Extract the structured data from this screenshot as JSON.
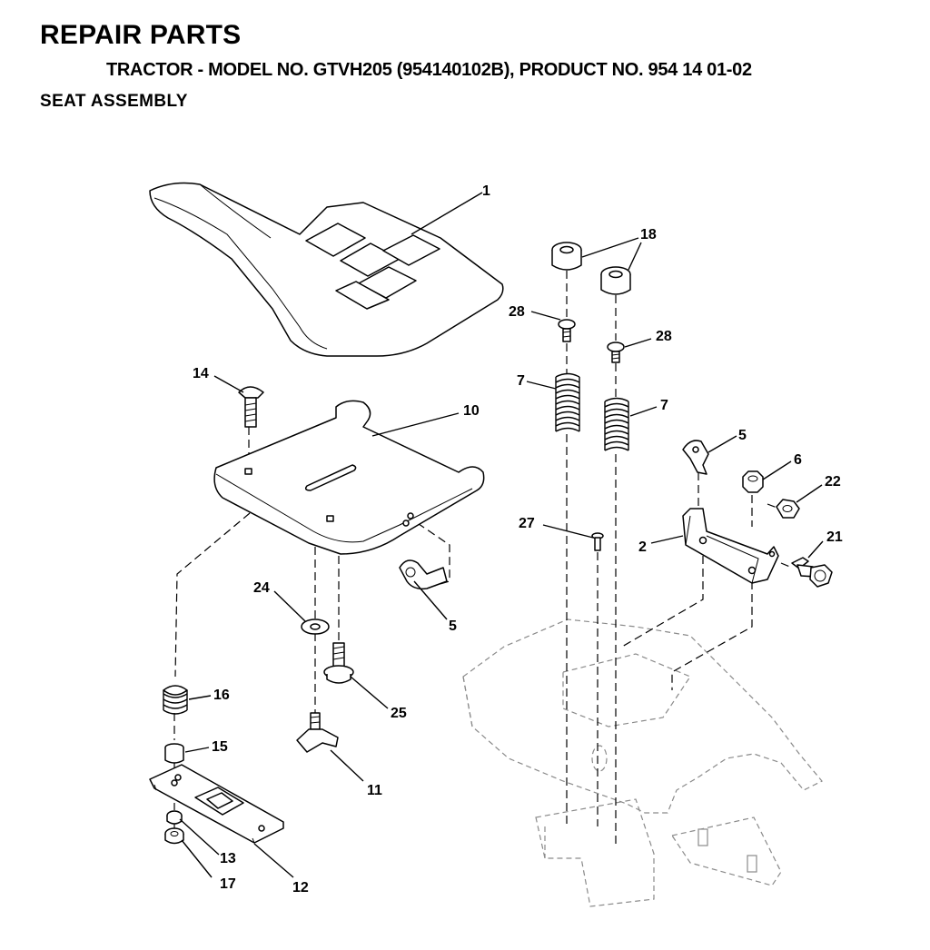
{
  "header": {
    "title": "REPAIR PARTS",
    "subtitle": "TRACTOR - MODEL NO. GTVH205 (954140102B), PRODUCT NO. 954 14 01-02",
    "section": "SEAT ASSEMBLY"
  },
  "callouts": {
    "c1": "1",
    "c2": "2",
    "c5a": "5",
    "c5b": "5",
    "c6": "6",
    "c7a": "7",
    "c7b": "7",
    "c10": "10",
    "c11": "11",
    "c12": "12",
    "c13": "13",
    "c14": "14",
    "c15": "15",
    "c16": "16",
    "c17": "17",
    "c18": "18",
    "c21": "21",
    "c22": "22",
    "c24": "24",
    "c25": "25",
    "c27": "27",
    "c28a": "28",
    "c28b": "28"
  }
}
